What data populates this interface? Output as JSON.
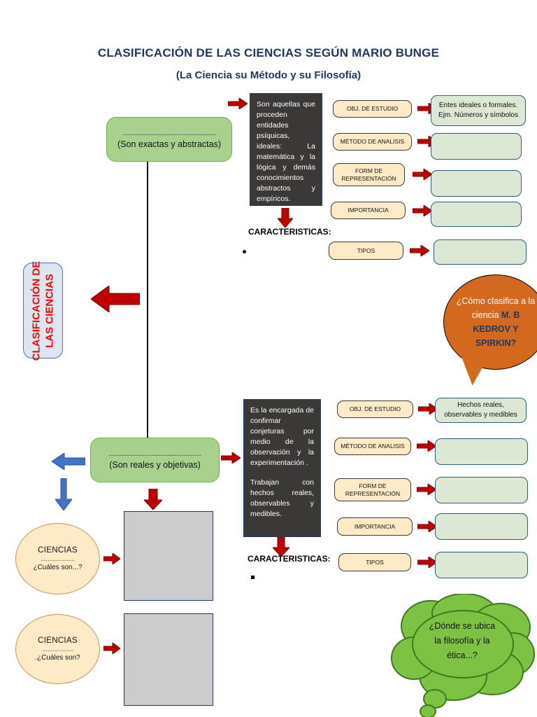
{
  "title": {
    "line1": "CLASIFICACIÓN DE LAS CIENCIAS SEGÚN MARIO BUNGE",
    "line2": "(La Ciencia su Método y su Filosofía)"
  },
  "left_panel": {
    "vertical_title_line1": "CLASIFICACIÓN DE",
    "vertical_title_line2": "LAS CIENCIAS"
  },
  "branch_formal": {
    "green_box": {
      "dots": "....................................................",
      "label": "(Son exactas y abstractas)"
    },
    "description": "Son aquellas que proceden entidades psíquicas, ideales: La matemática y la lógica y demás conocimientos abstractos y empíricos.",
    "caracteristicas_label": "CARACTERISTICAS:",
    "rows": [
      {
        "label": "OBJ. DE ESTUDIO",
        "answer": "Entes ideales o formales. Ejm. Números y símbolos"
      },
      {
        "label": "MÉTODO DE ANALISIS",
        "answer": ""
      },
      {
        "label": "FORM DE REPRESENTACIÓN",
        "answer": ""
      },
      {
        "label": "IMPORTANCIA",
        "answer": ""
      },
      {
        "label": "TIPOS",
        "answer": ""
      }
    ]
  },
  "branch_factual": {
    "green_box": {
      "dots": "....................................................",
      "label": "(Son reales y objetivas)"
    },
    "description_p1": "Es la encargada de confirmar conjeturas por medio de la observación y la experimentación .",
    "description_p2": "Trabajan con hechos reales, observables y medibles.",
    "caracteristicas_label": "CARACTERISTICAS:",
    "rows": [
      {
        "label": "OBJ. DE ESTUDIO",
        "answer": "Hechos reales, observables y medibles"
      },
      {
        "label": "MÉTODO DE ANALISIS",
        "answer": ""
      },
      {
        "label": "FORM DE REPRESENTACIÓN",
        "answer": ""
      },
      {
        "label": "IMPORTANCIA",
        "answer": ""
      },
      {
        "label": "TIPOS",
        "answer": ""
      }
    ]
  },
  "question_bubble": {
    "text_part1": "¿Cómo clasifica a la ciencia ",
    "text_highlight": "M. B KEDROV Y SPIRKIN?"
  },
  "thought_cloud": {
    "line1": "¿Dónde se ubica",
    "line2": "la filosofía y la",
    "line3": "ética...?"
  },
  "ciencias_prompts": [
    {
      "title": "CIENCIAS",
      "dots": "....................",
      "question": "¿Cuáles  son...?"
    },
    {
      "title": "CIENCIAS",
      "dots": "..................",
      "question": ".¿Cuáles son?"
    }
  ],
  "colors": {
    "title_navy": "#1F3864",
    "green_box": "#A9D18E",
    "dark_box": "#3B3838",
    "pill_cream": "#FDEBC8",
    "answer_green": "#DCE8D3",
    "blue_box": "#DCE6F1",
    "red_arrow": "#C00000",
    "blue_arrow": "#4472C4",
    "orange_bubble": "#D2691E",
    "cloud_green": "#7DC242",
    "gray_box": "#CCCCCC",
    "red_text": "#FF0000"
  }
}
